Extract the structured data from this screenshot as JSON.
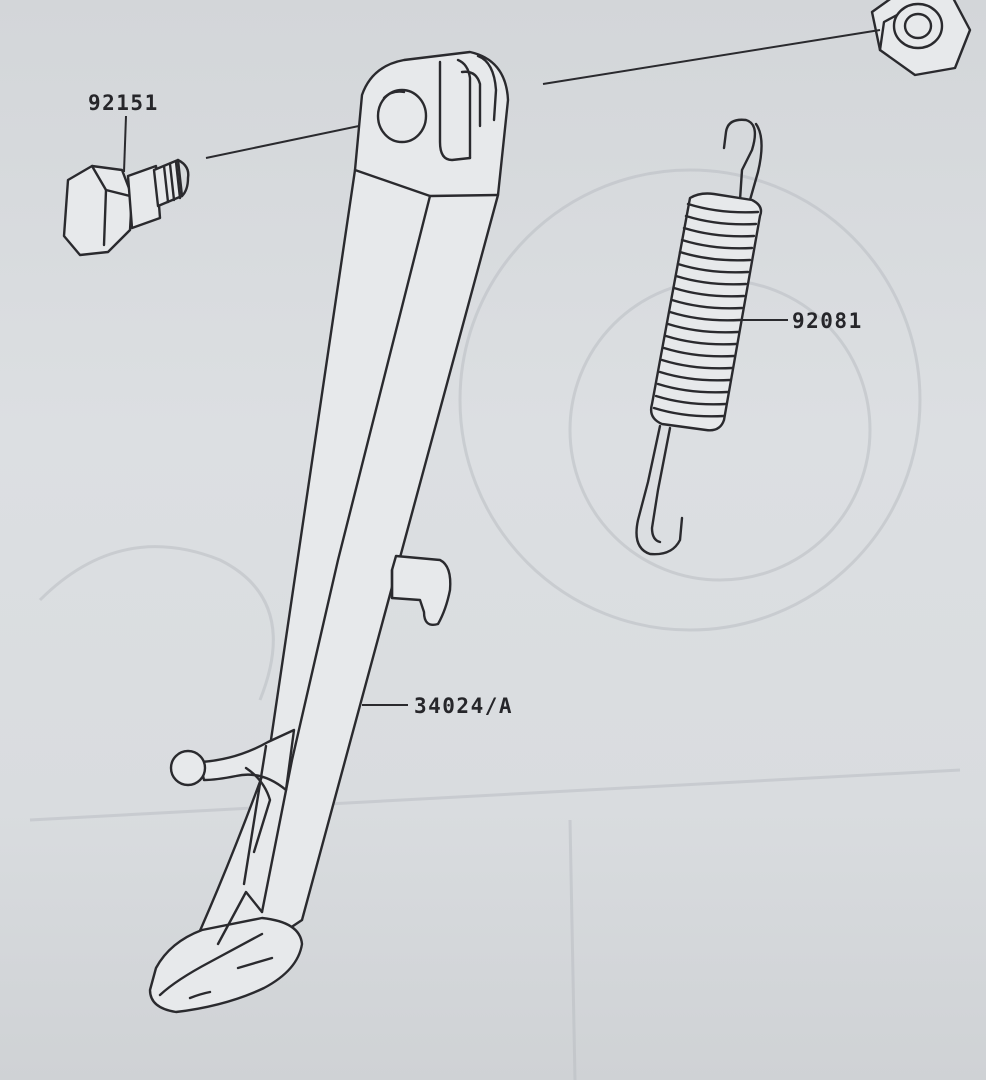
{
  "diagram": {
    "parts": [
      {
        "id": "bolt",
        "label": "92151",
        "icon": "hex-bolt-icon"
      },
      {
        "id": "spring",
        "label": "92081",
        "icon": "coil-spring-icon"
      },
      {
        "id": "stand",
        "label": "34024/A",
        "icon": "side-stand-icon"
      },
      {
        "id": "nut",
        "label": "",
        "icon": "hex-nut-icon"
      }
    ],
    "colors": {
      "paper": "#d6d9dc",
      "ink": "#2a2a2e"
    }
  }
}
